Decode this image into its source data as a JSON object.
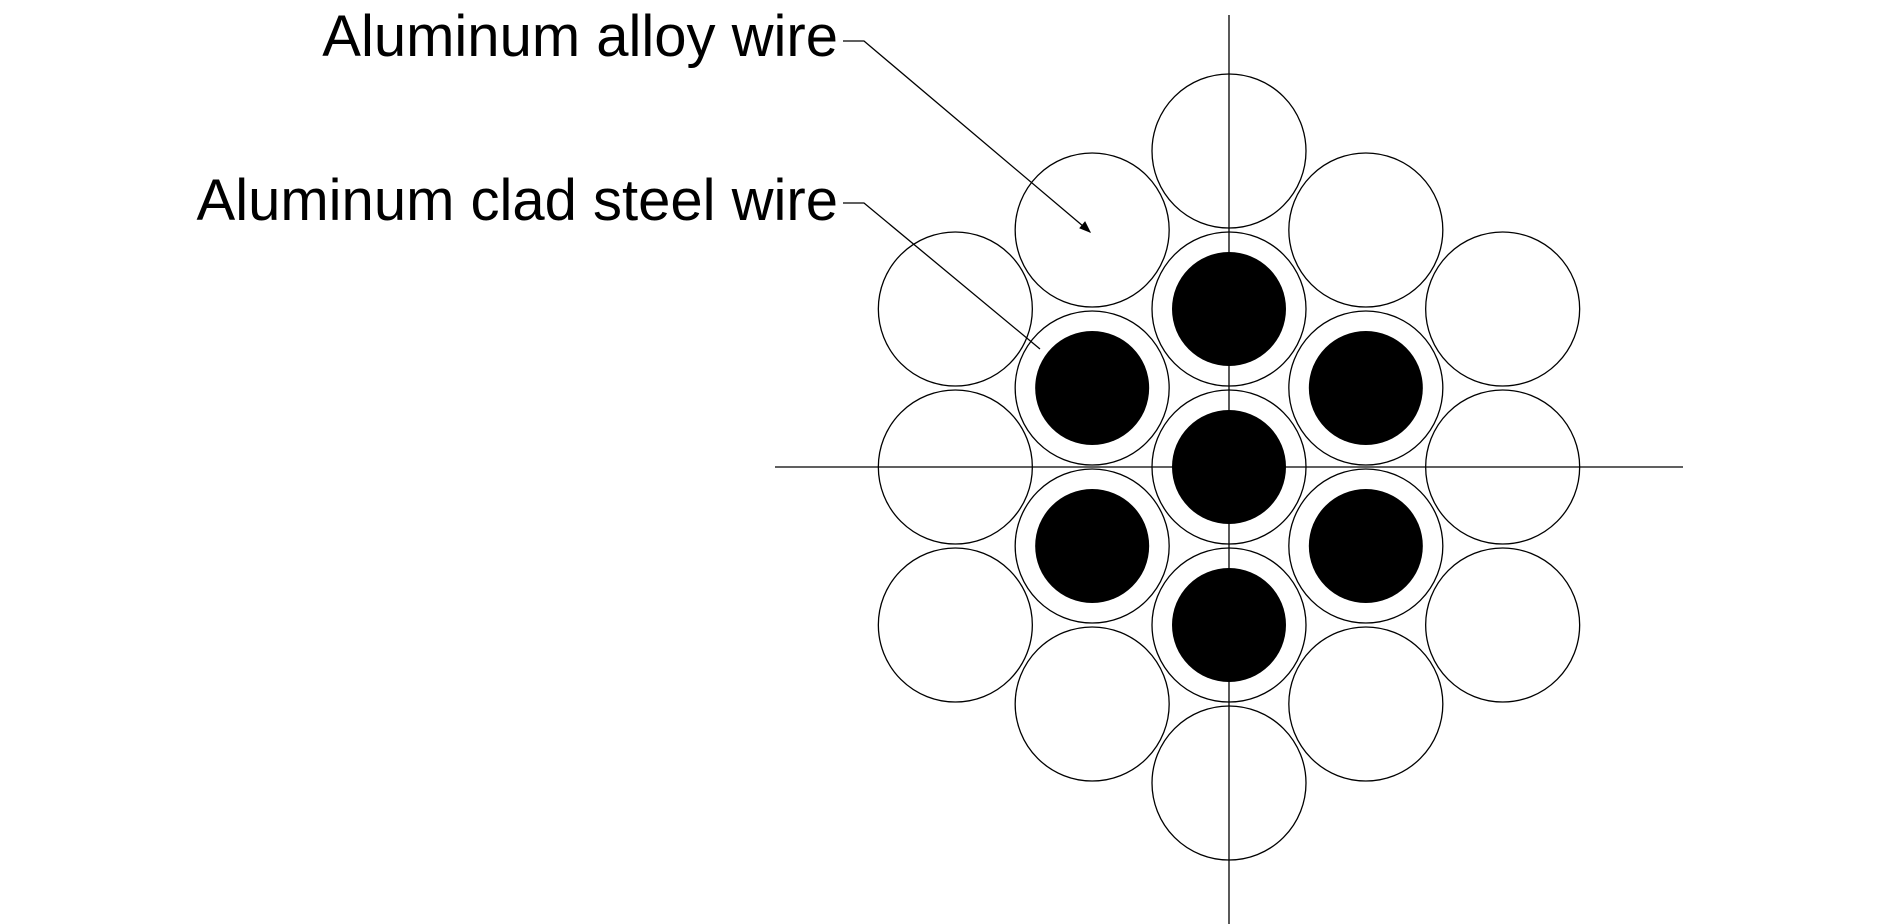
{
  "labels": {
    "aluminum_alloy_wire": "Aluminum alloy wire",
    "aluminum_clad_steel_wire": "Aluminum clad steel wire"
  },
  "colors": {
    "line": "#000000",
    "steel_core": "#000000",
    "background": "#ffffff"
  },
  "strand_construction": {
    "aluminum_clad_steel_wires": 7,
    "aluminum_alloy_wires": 12
  }
}
